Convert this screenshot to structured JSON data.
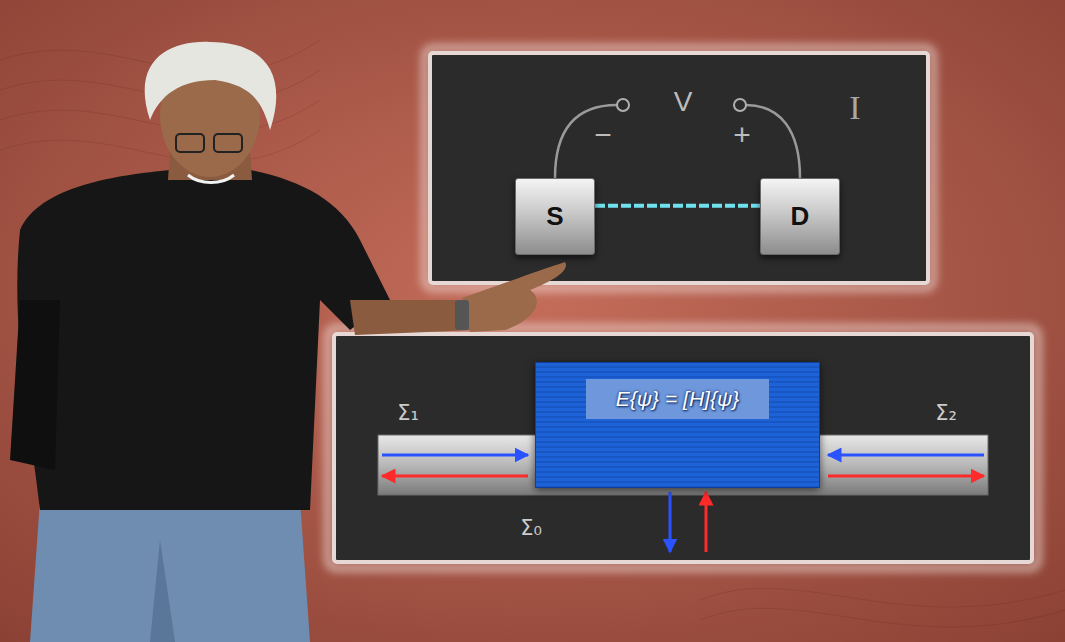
{
  "diagram": {
    "nodes": [
      {
        "text": [
          "S"
        ]
      },
      {
        "text": [
          "D"
        ]
      },
      {
        "text": [
          "E{ψ} = [H]{ψ}"
        ]
      }
    ],
    "edges": [
      {
        "from": 0,
        "to": 1,
        "arrow": "none"
      }
    ],
    "labels": [
      "V",
      "−",
      "+",
      "I",
      "Σ₁",
      "Σ₂",
      "Σ₀"
    ]
  }
}
